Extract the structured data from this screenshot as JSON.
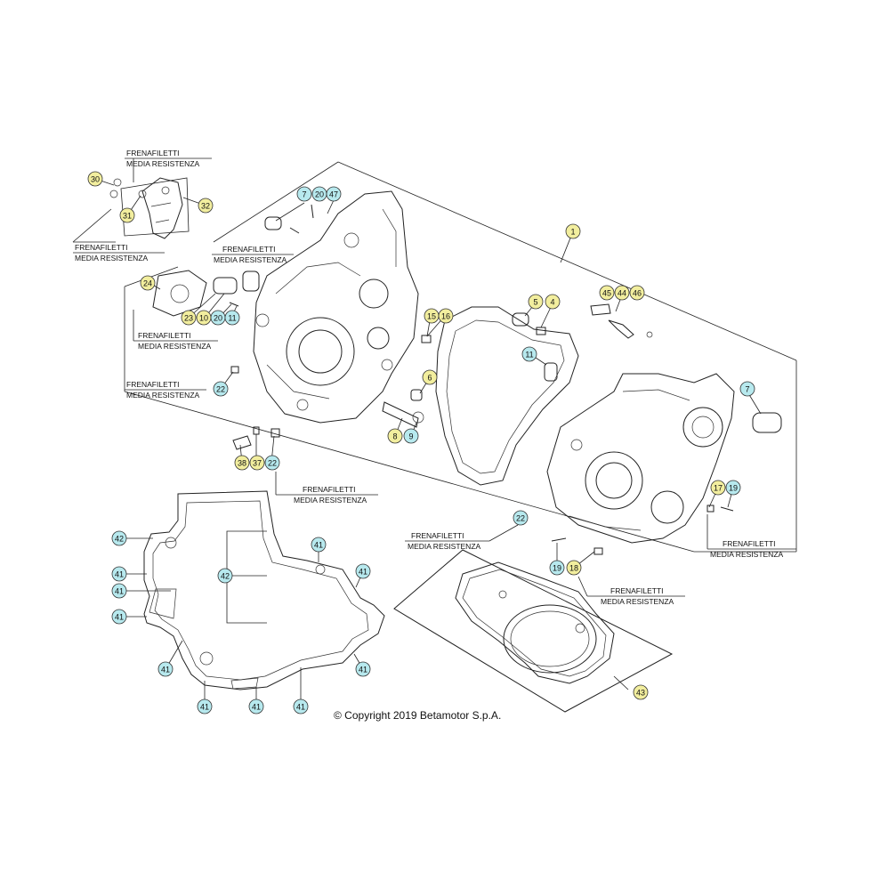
{
  "callout_colors": {
    "yellow": "#f2ee9e",
    "blue": "#b7e9ee"
  },
  "notes": {
    "thread_locker_line1": "FRENAFILETTI",
    "thread_locker_line2": "MEDIA RESISTENZA"
  },
  "copyright": "© Copyright 2019 Betamotor S.p.A.",
  "callouts": [
    {
      "id": "c1",
      "num": "1",
      "color": "yellow"
    },
    {
      "id": "c30",
      "num": "30",
      "color": "yellow"
    },
    {
      "id": "c31",
      "num": "31",
      "color": "yellow"
    },
    {
      "id": "c32",
      "num": "32",
      "color": "yellow"
    },
    {
      "id": "c7a",
      "num": "7",
      "color": "blue"
    },
    {
      "id": "c20a",
      "num": "20",
      "color": "blue"
    },
    {
      "id": "c47",
      "num": "47",
      "color": "blue"
    },
    {
      "id": "c24",
      "num": "24",
      "color": "yellow"
    },
    {
      "id": "c23",
      "num": "23",
      "color": "yellow"
    },
    {
      "id": "c10",
      "num": "10",
      "color": "yellow"
    },
    {
      "id": "c20b",
      "num": "20",
      "color": "blue"
    },
    {
      "id": "c11a",
      "num": "11",
      "color": "blue"
    },
    {
      "id": "c15",
      "num": "15",
      "color": "yellow"
    },
    {
      "id": "c16",
      "num": "16",
      "color": "yellow"
    },
    {
      "id": "c5",
      "num": "5",
      "color": "yellow"
    },
    {
      "id": "c4",
      "num": "4",
      "color": "yellow"
    },
    {
      "id": "c45",
      "num": "45",
      "color": "yellow"
    },
    {
      "id": "c44",
      "num": "44",
      "color": "yellow"
    },
    {
      "id": "c46",
      "num": "46",
      "color": "yellow"
    },
    {
      "id": "c11b",
      "num": "11",
      "color": "blue"
    },
    {
      "id": "c6",
      "num": "6",
      "color": "yellow"
    },
    {
      "id": "c22a",
      "num": "22",
      "color": "blue"
    },
    {
      "id": "c8",
      "num": "8",
      "color": "yellow"
    },
    {
      "id": "c9",
      "num": "9",
      "color": "blue"
    },
    {
      "id": "c7b",
      "num": "7",
      "color": "blue"
    },
    {
      "id": "c38",
      "num": "38",
      "color": "yellow"
    },
    {
      "id": "c37",
      "num": "37",
      "color": "yellow"
    },
    {
      "id": "c22b",
      "num": "22",
      "color": "blue"
    },
    {
      "id": "c17",
      "num": "17",
      "color": "yellow"
    },
    {
      "id": "c19a",
      "num": "19",
      "color": "blue"
    },
    {
      "id": "c22c",
      "num": "22",
      "color": "blue"
    },
    {
      "id": "c19b",
      "num": "19",
      "color": "blue"
    },
    {
      "id": "c18",
      "num": "18",
      "color": "yellow"
    },
    {
      "id": "c42a",
      "num": "42",
      "color": "blue"
    },
    {
      "id": "c42b",
      "num": "42",
      "color": "blue"
    },
    {
      "id": "c41a",
      "num": "41",
      "color": "blue"
    },
    {
      "id": "c41b",
      "num": "41",
      "color": "blue"
    },
    {
      "id": "c41c",
      "num": "41",
      "color": "blue"
    },
    {
      "id": "c41d",
      "num": "41",
      "color": "blue"
    },
    {
      "id": "c41e",
      "num": "41",
      "color": "blue"
    },
    {
      "id": "c41f",
      "num": "41",
      "color": "blue"
    },
    {
      "id": "c41g",
      "num": "41",
      "color": "blue"
    },
    {
      "id": "c41h",
      "num": "41",
      "color": "blue"
    },
    {
      "id": "c41i",
      "num": "41",
      "color": "blue"
    },
    {
      "id": "c41j",
      "num": "41",
      "color": "blue"
    },
    {
      "id": "c41k",
      "num": "41",
      "color": "blue"
    },
    {
      "id": "c43",
      "num": "43",
      "color": "yellow"
    }
  ]
}
